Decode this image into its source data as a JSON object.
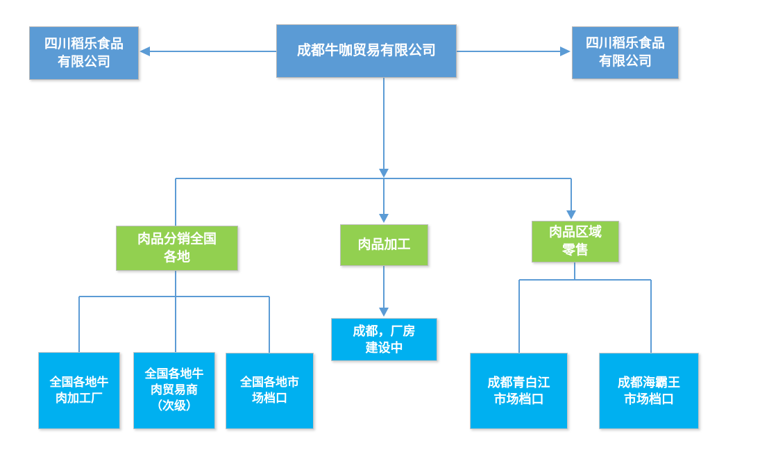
{
  "diagram": {
    "type": "org-flowchart",
    "connector_color": "#5B9BD5",
    "colors": {
      "tier_top_blue": "#5B9BD5",
      "tier_division_green": "#92D050",
      "tier_leaf_cyan": "#00B0F0",
      "text": "#FFFFFF"
    },
    "nodes": {
      "root": {
        "label": "成都牛咖贸易有限公司",
        "fill": "#5B9BD5"
      },
      "supplier_left": {
        "label": "四川稻乐食品\n有限公司",
        "fill": "#5B9BD5"
      },
      "supplier_right": {
        "label": "四川稻乐食品\n有限公司",
        "fill": "#5B9BD5"
      },
      "division_distribution": {
        "label": "肉品分销全国\n各地",
        "fill": "#92D050"
      },
      "division_processing": {
        "label": "肉品加工",
        "fill": "#92D050"
      },
      "division_retail": {
        "label": "肉品区域\n零售",
        "fill": "#92D050"
      },
      "leaf_meat_factories": {
        "label": "全国各地牛\n肉加工厂",
        "fill": "#00B0F0"
      },
      "leaf_meat_traders": {
        "label": "全国各地牛\n肉贸易商\n（次级）",
        "fill": "#00B0F0"
      },
      "leaf_market_stalls": {
        "label": "全国各地市\n场档口",
        "fill": "#00B0F0"
      },
      "leaf_chengdu_plant": {
        "label": "成都，厂房\n建设中",
        "fill": "#00B0F0"
      },
      "leaf_qingbaijiang": {
        "label": "成都青白江\n市场档口",
        "fill": "#00B0F0"
      },
      "leaf_haibawang": {
        "label": "成都海霸王\n市场档口",
        "fill": "#00B0F0"
      }
    },
    "edges": [
      {
        "from": "root",
        "to": "supplier_left",
        "arrow": "to"
      },
      {
        "from": "root",
        "to": "supplier_right",
        "arrow": "to"
      },
      {
        "from": "root",
        "to": "division_distribution",
        "arrow": "to"
      },
      {
        "from": "root",
        "to": "division_processing",
        "arrow": "to"
      },
      {
        "from": "root",
        "to": "division_retail",
        "arrow": "to"
      },
      {
        "from": "division_distribution",
        "to": "leaf_meat_factories",
        "arrow": "none"
      },
      {
        "from": "division_distribution",
        "to": "leaf_meat_traders",
        "arrow": "none"
      },
      {
        "from": "division_distribution",
        "to": "leaf_market_stalls",
        "arrow": "none"
      },
      {
        "from": "division_processing",
        "to": "leaf_chengdu_plant",
        "arrow": "to"
      },
      {
        "from": "division_retail",
        "to": "leaf_qingbaijiang",
        "arrow": "none"
      },
      {
        "from": "division_retail",
        "to": "leaf_haibawang",
        "arrow": "none"
      }
    ]
  }
}
